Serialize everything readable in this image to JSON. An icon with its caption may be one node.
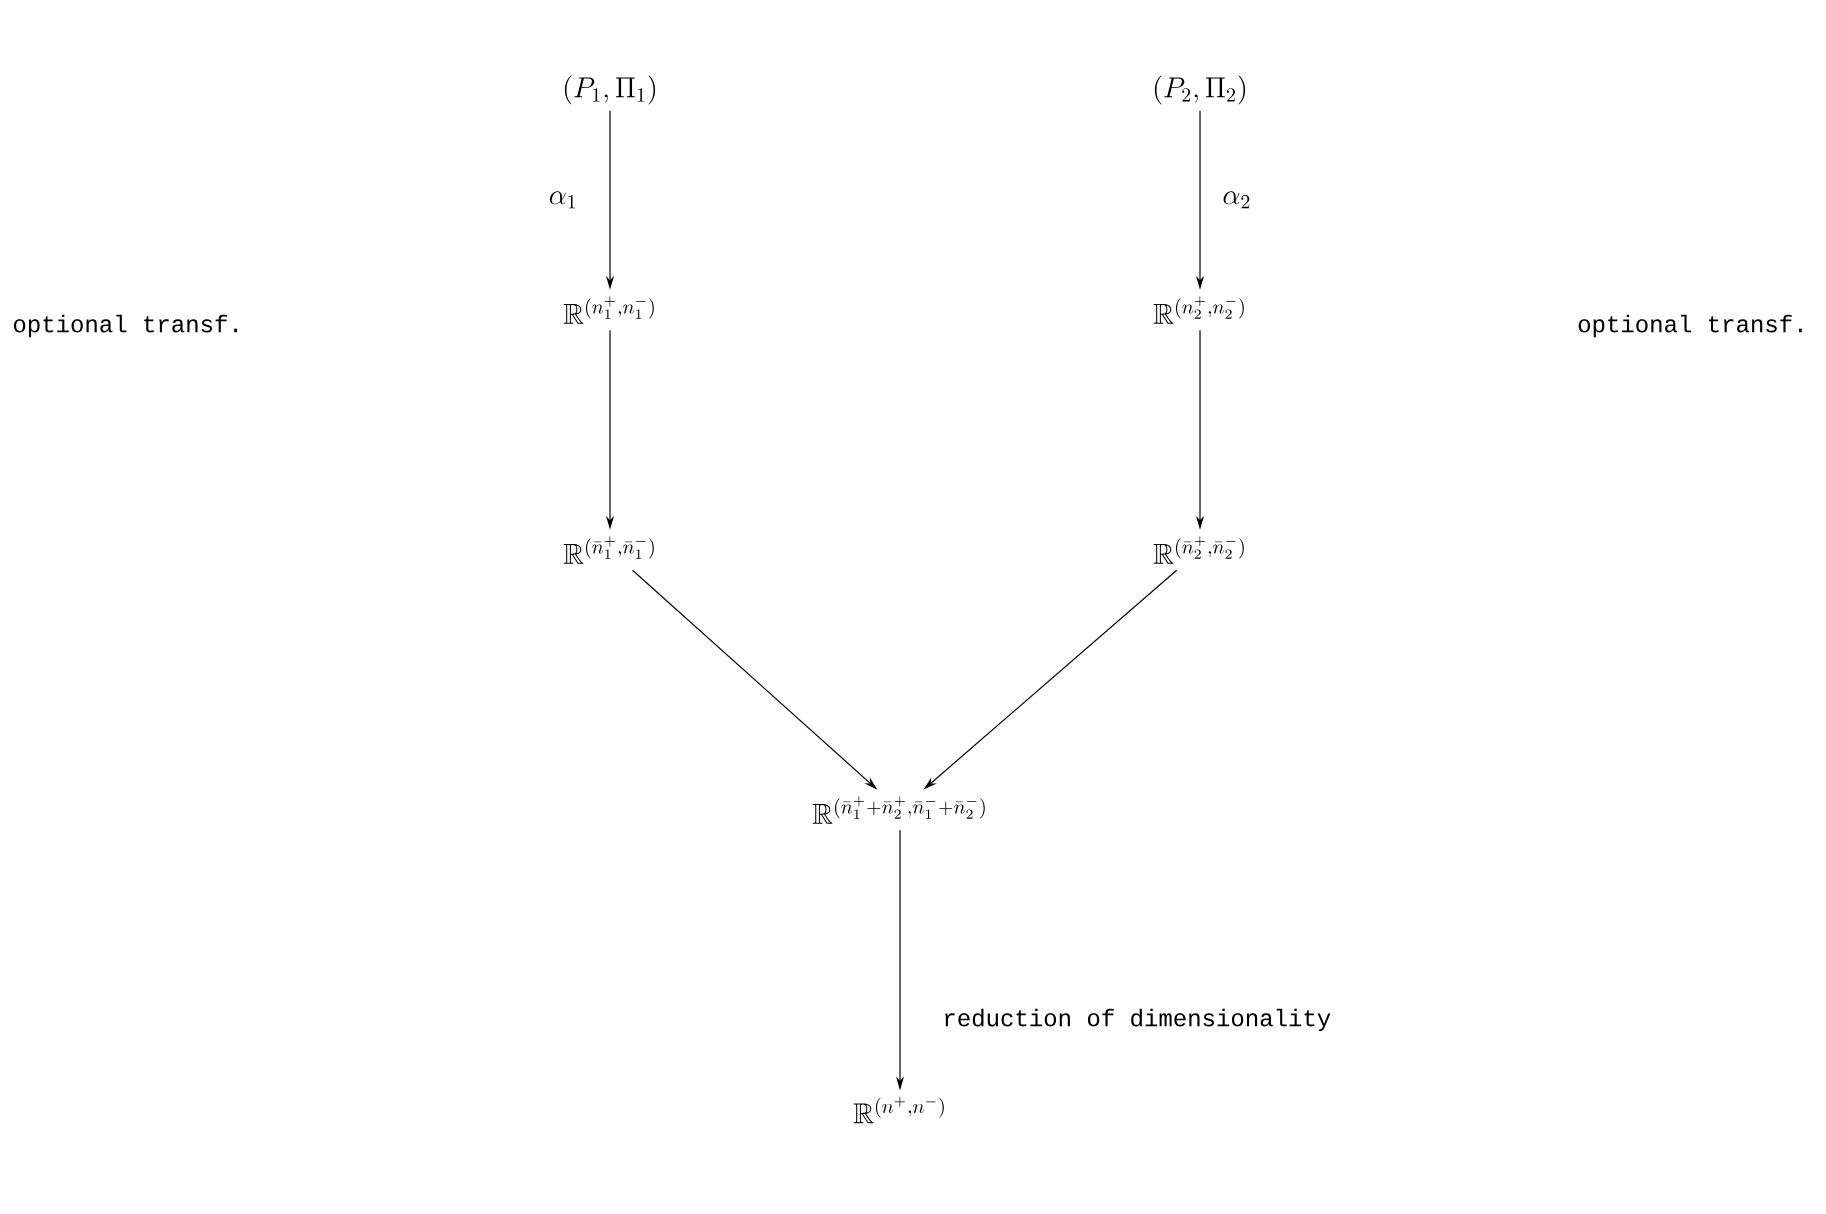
{
  "diagram": {
    "nodes": [
      {
        "text": [
          "(P_1,\\Pi_1)"
        ]
      },
      {
        "text": [
          "(P_2,\\Pi_2)"
        ]
      },
      {
        "text": [
          "\\mathbb{R}^{(n_1^+,n_1^-)}"
        ]
      },
      {
        "text": [
          "\\mathbb{R}^{(n_2^+,n_2^-)}"
        ]
      },
      {
        "text": [
          "\\mathbb{R}^{(\\bar{n}_1^+,\\bar{n}_1^-)}"
        ]
      },
      {
        "text": [
          "\\mathbb{R}^{(\\bar{n}_2^+,\\bar{n}_2^-)}"
        ]
      },
      {
        "text": [
          "\\mathbb{R}^{(\\bar{n}_1^+ + \\bar{n}_2^+,\\bar{n}_1^- + \\bar{n}_2^-)}"
        ]
      },
      {
        "text": [
          "\\mathbb{R}^{(n^+,n^-)}"
        ]
      }
    ],
    "edges": [
      {
        "from": 0,
        "to": 2,
        "arrow": "to",
        "label": "\\alpha_1"
      },
      {
        "from": 1,
        "to": 3,
        "arrow": "to",
        "label": "\\alpha_2"
      },
      {
        "from": 2,
        "to": 4,
        "arrow": "to"
      },
      {
        "from": 3,
        "to": 5,
        "arrow": "to"
      },
      {
        "from": 4,
        "to": 6,
        "arrow": "to"
      },
      {
        "from": 5,
        "to": 6,
        "arrow": "to"
      },
      {
        "from": 6,
        "to": 7,
        "arrow": "to",
        "label": "reduction of dimensionality"
      }
    ],
    "labels": [
      "optional transf.",
      "optional transf."
    ]
  }
}
